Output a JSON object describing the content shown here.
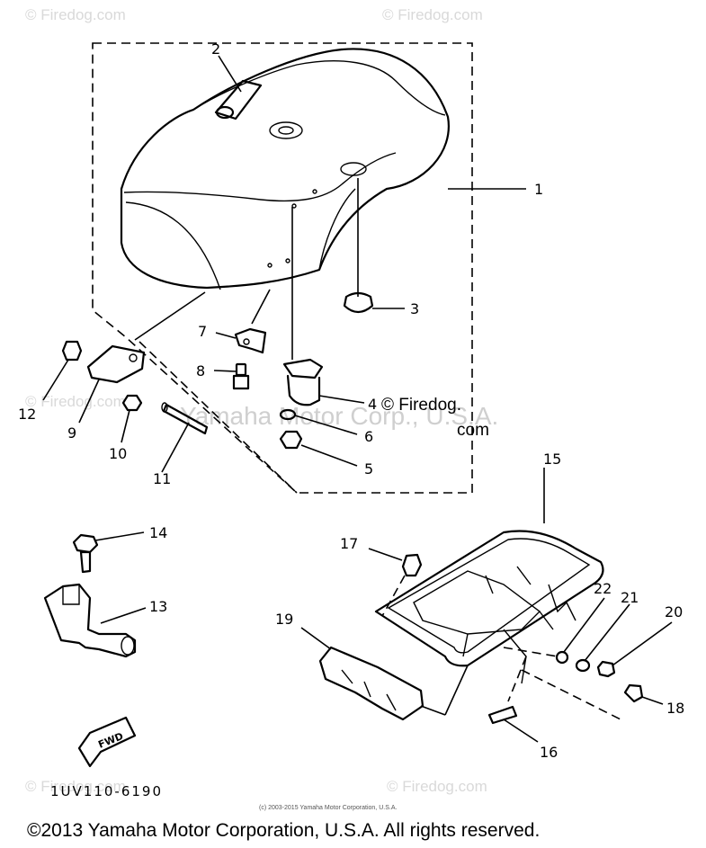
{
  "watermarks": {
    "corner_text": "© Firedog.com",
    "overlay_text": "© Firedog.com",
    "ghost_text": "Yamaha Motor Corp., U.S.A."
  },
  "callouts": [
    "1",
    "2",
    "3",
    "4",
    "5",
    "6",
    "7",
    "8",
    "9",
    "10",
    "11",
    "12",
    "13",
    "14",
    "15",
    "16",
    "17",
    "18",
    "19",
    "20",
    "21",
    "22"
  ],
  "fwd_label": "FWD",
  "part_number": "1UV110-6190",
  "small_copyright": "(c) 2003-2015 Yamaha Motor Corporation, U.S.A.",
  "copyright": "©2013 Yamaha Motor Corporation, U.S.A. All rights reserved."
}
